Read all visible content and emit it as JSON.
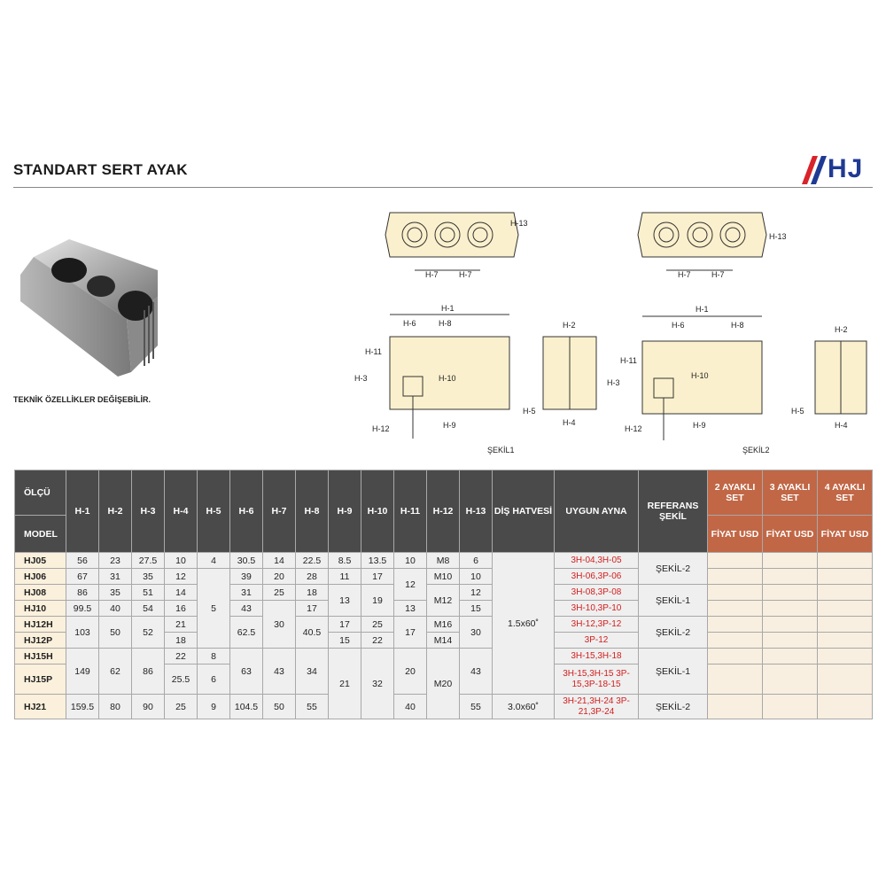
{
  "header": {
    "title": "STANDART SERT AYAK",
    "brand": "HJ",
    "brand_colors": {
      "red": "#d8232a",
      "blue": "#1f3a93"
    }
  },
  "note": "TEKNİK ÖZELLİKLER DEĞİŞEBİLİR.",
  "figures": {
    "fig1": "ŞEKİL1",
    "fig2": "ŞEKİL2",
    "dims": {
      "h1": "H-1",
      "h2": "H-2",
      "h3": "H-3",
      "h4": "H-4",
      "h5": "H-5",
      "h6": "H-6",
      "h7": "H-7",
      "h8": "H-8",
      "h9": "H-9",
      "h10": "H-10",
      "h11": "H-11",
      "h12": "H-12",
      "h13": "H-13"
    }
  },
  "table": {
    "olcu": "ÖLÇÜ",
    "model": "MODEL",
    "cols": [
      "H-1",
      "H-2",
      "H-3",
      "H-4",
      "H-5",
      "H-6",
      "H-7",
      "H-8",
      "H-9",
      "H-10",
      "H-11",
      "H-12",
      "H-13"
    ],
    "dis": "DİŞ HATVESİ",
    "ayna": "UYGUN AYNA",
    "ref": "REFERANS ŞEKİL",
    "price_cols": [
      "2 AYAKLI SET",
      "3 AYAKLI SET",
      "4 AYAKLI SET"
    ],
    "price_sub": "FİYAT USD",
    "r1": {
      "model": "HJ05",
      "h1": "56",
      "h2": "23",
      "h3": "27.5",
      "h4": "10",
      "h5": "4",
      "h6": "30.5",
      "h7": "14",
      "h8": "22.5",
      "h9": "8.5",
      "h10": "13.5",
      "h11": "10",
      "h12": "M8",
      "h13": "6",
      "ayna": "3H-04,3H-05"
    },
    "r2": {
      "model": "HJ06",
      "h1": "67",
      "h2": "31",
      "h3": "35",
      "h4": "12",
      "h6": "39",
      "h7": "20",
      "h8": "28",
      "h9": "11",
      "h10": "17",
      "h12": "M10",
      "h13": "10",
      "ayna": "3H-06,3P-06"
    },
    "r3": {
      "model": "HJ08",
      "h1": "86",
      "h2": "35",
      "h3": "51",
      "h4": "14",
      "h6": "31",
      "h7": "25",
      "h8": "18",
      "h13": "12",
      "ayna": "3H-08,3P-08"
    },
    "r4": {
      "model": "HJ10",
      "h1": "99.5",
      "h2": "40",
      "h3": "54",
      "h4": "16",
      "h6": "43",
      "h8": "17",
      "h11": "13",
      "h13": "15",
      "ayna": "3H-10,3P-10"
    },
    "r5": {
      "model": "HJ12H",
      "h4": "21",
      "h9": "17",
      "h10": "25",
      "h12": "M16",
      "ayna": "3H-12,3P-12"
    },
    "r6": {
      "model": "HJ12P",
      "h4": "18",
      "h9": "15",
      "h10": "22",
      "h12": "M14",
      "ayna": "3P-12"
    },
    "r7": {
      "model": "HJ15H",
      "h4": "22",
      "h5": "8",
      "ayna": "3H-15,3H-18"
    },
    "r8": {
      "model": "HJ15P",
      "h4": "25.5",
      "h5": "6",
      "ayna": "3H-15,3H-15 3P-15,3P-18-15"
    },
    "r9": {
      "model": "HJ21",
      "h1": "159.5",
      "h2": "80",
      "h3": "90",
      "h4": "25",
      "h5": "9",
      "h6": "104.5",
      "h7": "50",
      "h8": "55",
      "h11": "40",
      "h13": "55",
      "dis": "3.0x60˚",
      "ayna": "3H-21,3H-24 3P-21,3P-24",
      "ref": "ŞEKİL-2"
    },
    "span": {
      "h1_12": "103",
      "h2_12": "50",
      "h3_12": "52",
      "h5_shared": "5",
      "h6_12": "62.5",
      "h7_shared": "30",
      "h8_12": "40.5",
      "h11_06": "12",
      "h11_12": "17",
      "h12_08": "M12",
      "h13_12": "30",
      "h9_08": "13",
      "h10_08": "19",
      "h1_15": "149",
      "h2_15": "62",
      "h3_15": "86",
      "h6_15": "63",
      "h7_15": "43",
      "h8_15": "34",
      "h9_15": "21",
      "h10_15": "32",
      "h11_15": "20",
      "h12_15": "M20",
      "h13_15": "43",
      "dis_main": "1.5x60˚",
      "ref_a": "ŞEKİL-2",
      "ref_b": "ŞEKİL-1",
      "ref_c": "ŞEKİL-2",
      "ref_d": "ŞEKİL-1"
    }
  }
}
